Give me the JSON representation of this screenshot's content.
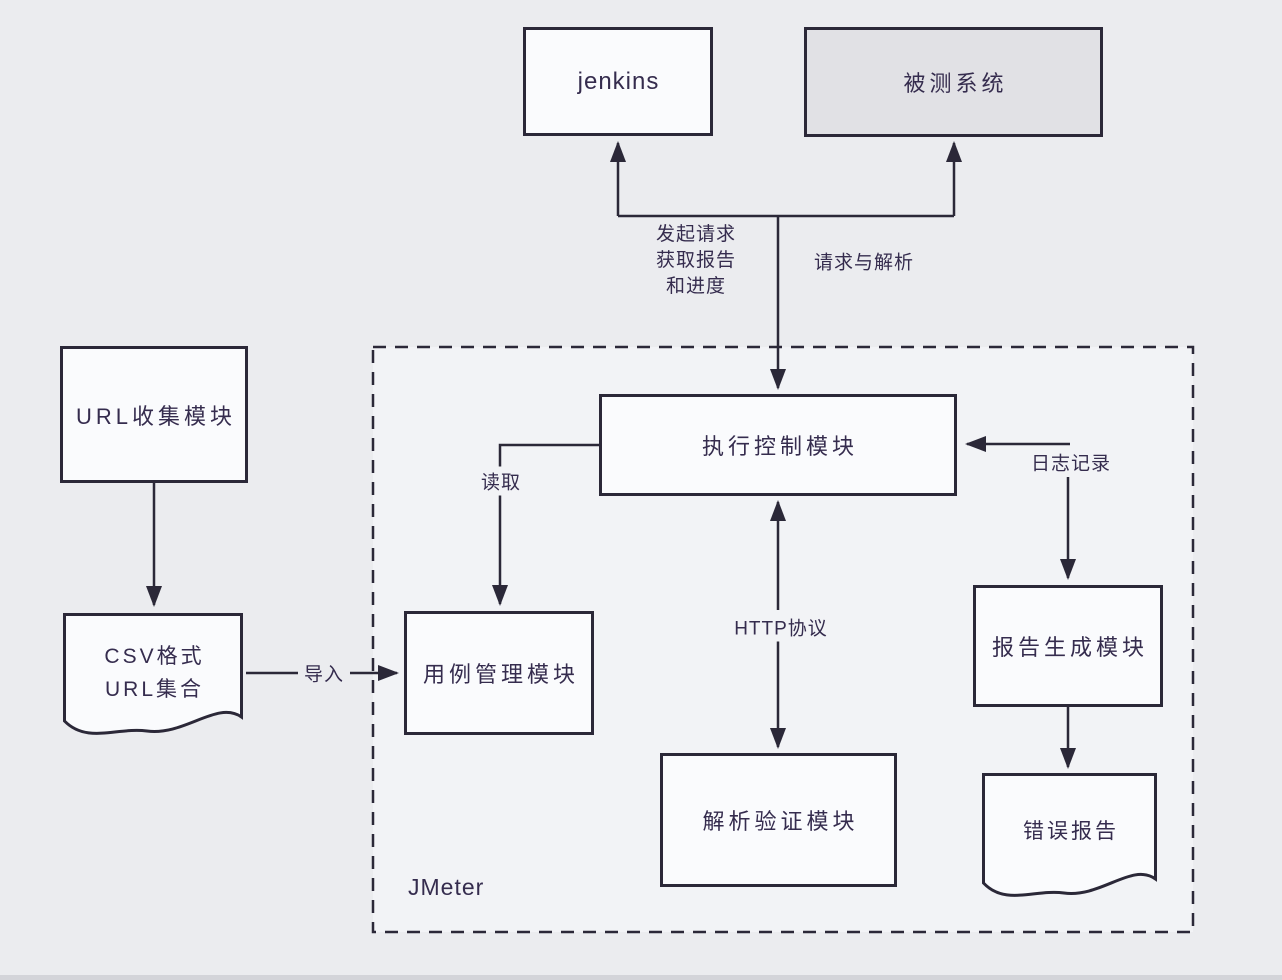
{
  "colors": {
    "background": "#ebecef",
    "container_fill": "#f2f3f6",
    "node_fill": "#fafbfd",
    "sut_fill": "#e1e1e5",
    "stroke": "#2b2838",
    "text": "#352c4e"
  },
  "container_label": "JMeter",
  "nodes": {
    "jenkins": "jenkins",
    "system_under_test": "被测系统",
    "exec_control": "执行控制模块",
    "case_mgmt": "用例管理模块",
    "parse_verify": "解析验证模块",
    "report_gen": "报告生成模块",
    "error_report": "错误报告",
    "url_collect": "URL收集模块",
    "csv_line1": "CSV格式",
    "csv_line2": "URL集合"
  },
  "edge_labels": {
    "initiate_line1": "发起请求",
    "initiate_line2": "获取报告",
    "initiate_line3": "和进度",
    "request_parse": "请求与解析",
    "read": "读取",
    "http": "HTTP协议",
    "log": "日志记录",
    "import": "导入"
  }
}
